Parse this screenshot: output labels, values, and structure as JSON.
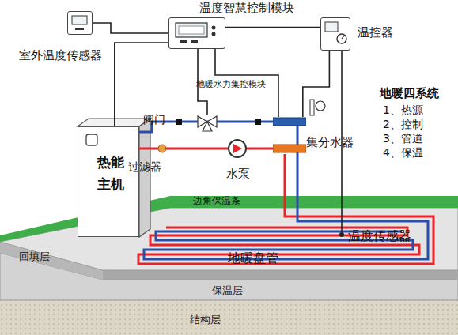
{
  "diagram": {
    "nodes": [
      {
        "text": [
          "温度智慧控制模块"
        ]
      },
      {
        "text": [
          "室外温度传感器"
        ]
      },
      {
        "text": [
          "温控器"
        ]
      },
      {
        "text": [
          "热能主机"
        ]
      },
      {
        "text": [
          "水泵"
        ]
      },
      {
        "text": [
          "集分水器"
        ]
      }
    ],
    "edges": [
      {
        "from": 1,
        "to": 0,
        "arrow": "none"
      },
      {
        "from": 0,
        "to": 2,
        "arrow": "none"
      },
      {
        "from": 0,
        "to": 3,
        "arrow": "none"
      },
      {
        "from": 2,
        "to": 5,
        "arrow": "none"
      },
      {
        "from": 3,
        "to": 4,
        "arrow": "none"
      },
      {
        "from": 4,
        "to": 5,
        "arrow": "none"
      },
      {
        "from": 5,
        "to": 3,
        "arrow": "none"
      }
    ],
    "labels": [
      "地暖水力集控模块",
      "地暖四系统",
      "1、热源",
      "2、控制",
      "3、管道",
      "4、保温",
      "阀门",
      "过滤器",
      "边角保温条",
      "温度传感器",
      "回填层",
      "地暖盘管",
      "保温层",
      "结构层"
    ]
  }
}
